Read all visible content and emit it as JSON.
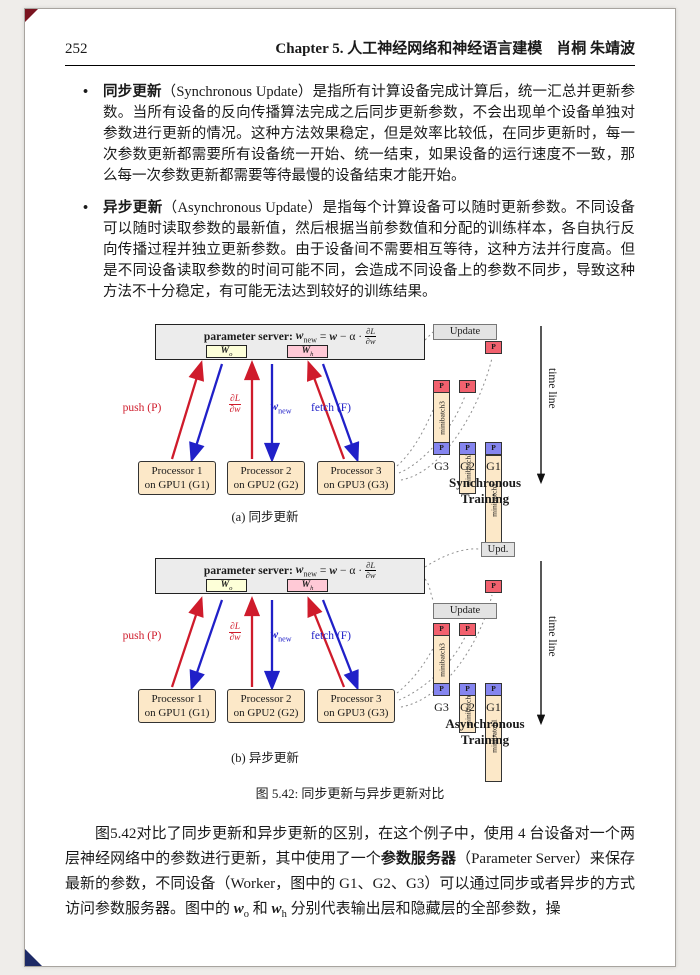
{
  "page": {
    "number": "252",
    "chapter_label": "Chapter 5.",
    "chapter_title": "人工神经网络和神经语言建模",
    "authors": "肖桐 朱靖波"
  },
  "bullet_char": "•",
  "bullets": [
    {
      "term": "同步更新",
      "paren": "（Synchronous Update）",
      "text": "是指所有计算设备完成计算后，统一汇总并更新参数。当所有设备的反向传播算法完成之后同步更新参数，不会出现单个设备单独对参数进行更新的情况。这种方法效果稳定，但是效率比较低，在同步更新时，每一次参数更新都需要所有设备统一开始、统一结束，如果设备的运行速度不一致，那么每一次参数更新都需要等待最慢的设备结束才能开始。"
    },
    {
      "term": "异步更新",
      "paren": "（Asynchronous Update）",
      "text": "是指每个计算设备可以随时更新参数。不同设备可以随时读取参数的最新值，然后根据当前参数值和分配的训练样本，各自执行反向传播过程并独立更新参数。由于设备间不需要相互等待，这种方法并行度高。但是不同设备读取参数的时间可能不同，会造成不同设备上的参数不同步，导致这种方法不十分稳定，有可能无法达到较好的训练结果。"
    }
  ],
  "figure_a": {
    "server": {
      "prefix": "parameter server:",
      "w1": "w",
      "sub1": "new",
      "eq": "=",
      "w2": "w",
      "alpha": "− α ·",
      "num": "∂L",
      "den": "∂w",
      "wo": "W",
      "wo_sub": "o",
      "wh": "W",
      "wh_sub": "h"
    },
    "labels": {
      "push": "push (P)",
      "grad_num": "∂L",
      "grad_den": "∂w",
      "wnew": "w",
      "wnew_sub": "new",
      "fetch": "fetch (F)"
    },
    "processors": [
      {
        "l1": "Processor 1",
        "l2": "on GPU1 (G1)"
      },
      {
        "l1": "Processor 2",
        "l2": "on GPU2 (G2)"
      },
      {
        "l1": "Processor 3",
        "l2": "on GPU3 (G3)"
      }
    ],
    "timeline": {
      "update": "Update",
      "p": "P",
      "columns": [
        {
          "gpu": "G3",
          "mb": "minibatch3"
        },
        {
          "gpu": "G2",
          "mb": "minibatch2"
        },
        {
          "gpu": "G1",
          "mb": "minibatch1"
        }
      ],
      "training1": "Synchronous",
      "training2": "Training",
      "axis": "time line"
    },
    "caption": "(a) 同步更新"
  },
  "figure_b": {
    "server": {
      "prefix": "parameter server:",
      "w1": "w",
      "sub1": "new",
      "eq": "=",
      "w2": "w",
      "alpha": "− α ·",
      "num": "∂L",
      "den": "∂w",
      "wo": "W",
      "wo_sub": "o",
      "wh": "W",
      "wh_sub": "h"
    },
    "labels": {
      "push": "push (P)",
      "grad_num": "∂L",
      "grad_den": "∂w",
      "wnew": "w",
      "wnew_sub": "new",
      "fetch": "fetch (F)"
    },
    "processors": [
      {
        "l1": "Processor 1",
        "l2": "on GPU1 (G1)"
      },
      {
        "l1": "Processor 2",
        "l2": "on GPU2 (G2)"
      },
      {
        "l1": "Processor 3",
        "l2": "on GPU3 (G3)"
      }
    ],
    "timeline": {
      "update": "Update",
      "upd": "Upd.",
      "p": "P",
      "columns": [
        {
          "gpu": "G3",
          "mb": "minibatch3"
        },
        {
          "gpu": "G2",
          "mb": "minibatch2"
        },
        {
          "gpu": "G1",
          "mb": "minibatch1"
        }
      ],
      "training1": "Asynchronous",
      "training2": "Training",
      "axis": "time line"
    },
    "caption": "(b) 异步更新"
  },
  "figure_caption": "图 5.42: 同步更新与异步更新对比",
  "closing": {
    "p1": "图5.42对比了同步更新和异步更新的区别，在这个例子中，使用 4 台设备对一个两层神经网络中的参数进行更新，其中使用了一个",
    "b1": "参数服务器",
    "p2": "（Parameter Server）来保存最新的参数，不同设备（Worker，图中的 G1、G2、G3）可以通过同步或者异步的方式访问参数服务器。图中的 ",
    "w": "w",
    "sub_o": "o",
    "mid": " 和 ",
    "w2": "w",
    "sub_h": "h",
    "p3": " 分别代表输出层和隐藏层的全部参数，操"
  }
}
